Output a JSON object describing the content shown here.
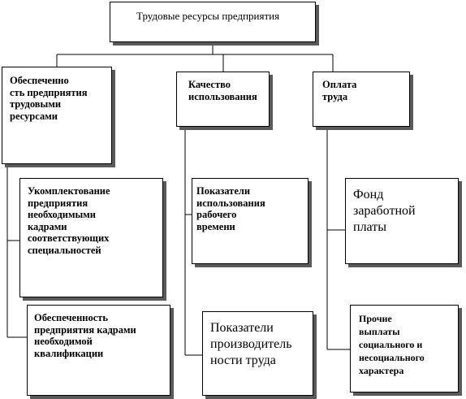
{
  "diagram": {
    "root": {
      "text": "Трудовые ресурсы предприятия"
    },
    "branches": [
      {
        "key": "provision",
        "text": "Обеспеченно\nсть предприятия\nтрудовыми\nресурсами",
        "children": [
          {
            "key": "staffing",
            "text": "Укомплектование\nпредприятия\nнеобходимыми\nкадрами\nсоответствующих\nспециальностей"
          },
          {
            "key": "qualification",
            "text": "Обеспеченность\nпредприятия кадрами\nнеобходимой\nквалификации"
          }
        ]
      },
      {
        "key": "quality",
        "text": "Качество\nиспользования",
        "children": [
          {
            "key": "worktime",
            "text": "Показатели\nиспользования\nрабочего\nвремени"
          },
          {
            "key": "productivity",
            "text": "Показатели\nпроизводитель\nности труда"
          }
        ]
      },
      {
        "key": "pay",
        "text": "Оплата\nтруда",
        "children": [
          {
            "key": "wagefund",
            "text": "Фонд\nзаработной\nплаты"
          },
          {
            "key": "otherpay",
            "text": "Прочие\nвыплаты\nсоциального и\nнесоциального\nхарактера"
          }
        ]
      }
    ]
  }
}
